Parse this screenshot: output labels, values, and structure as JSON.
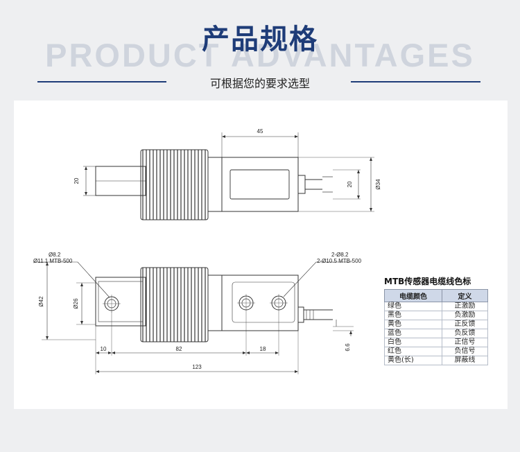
{
  "header": {
    "title": "产品规格",
    "background_word": "PRODUCT ADVANTAGES",
    "subtitle": "可根据您的要求选型"
  },
  "top_view": {
    "dim_45": "45",
    "dim_20_left": "20",
    "dim_20_right": "20",
    "dim_d34": "Ø34"
  },
  "front_view": {
    "note_left_1": "Ø8.2",
    "note_left_2": "Ø11.1 MTB-500",
    "note_right_1": "2-Ø8.2",
    "note_right_2": "2-Ø10.5 MTB-500",
    "dim_d42": "Ø42",
    "dim_d26": "Ø26",
    "dim_10": "10",
    "dim_82": "82",
    "dim_18": "18",
    "dim_123": "123",
    "dim_6_6": "6.6"
  },
  "color_table": {
    "title": "MTB传感器电缆线色标",
    "headers": [
      "电缆颜色",
      "定义"
    ],
    "rows": [
      [
        "绿色",
        "正激励"
      ],
      [
        "黑色",
        "负激励"
      ],
      [
        "黄色",
        "正反馈"
      ],
      [
        "蓝色",
        "负反馈"
      ],
      [
        "白色",
        "正信号"
      ],
      [
        "红色",
        "负信号"
      ],
      [
        "黄色(长)",
        "屏蔽线"
      ]
    ]
  },
  "colors": {
    "title_blue": "#1e3c78",
    "drawing_line": "#333333",
    "table_header_bg": "#cfd8e8"
  }
}
